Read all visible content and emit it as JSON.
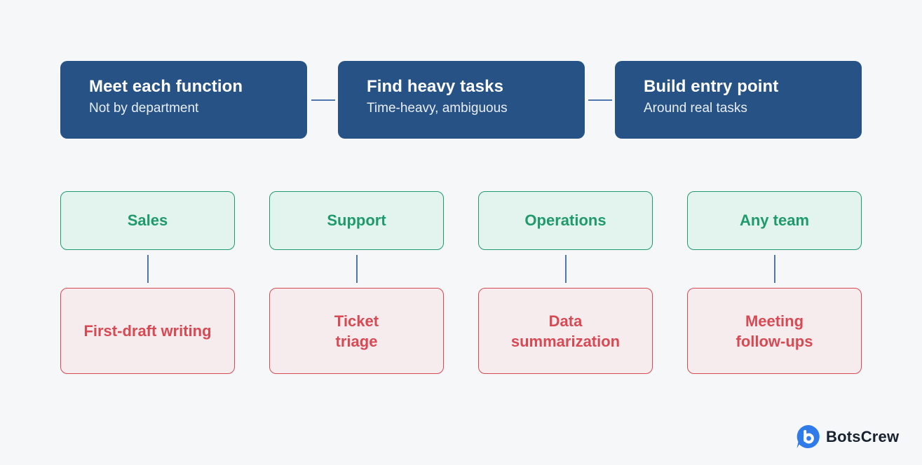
{
  "steps": [
    {
      "title": "Meet each function",
      "subtitle": "Not by department"
    },
    {
      "title": "Find heavy tasks",
      "subtitle": "Time-heavy, ambiguous"
    },
    {
      "title": "Build entry point",
      "subtitle": "Around real tasks"
    }
  ],
  "teams": [
    {
      "name": "Sales",
      "task": "First-draft writing"
    },
    {
      "name": "Support",
      "task": "Ticket triage"
    },
    {
      "name": "Operations",
      "task": "Data summarization"
    },
    {
      "name": "Any team",
      "task": "Meeting follow-ups"
    }
  ],
  "brand": {
    "name": "BotsCrew",
    "icon": "botscrew-logo-icon"
  },
  "colors": {
    "background": "#f6f7f9",
    "step_fill": "#275286",
    "connector": "#4f77ad",
    "team_fill": "#e3f4ee",
    "team_accent": "#1f9a6c",
    "task_fill": "#f6ecee",
    "task_accent": "#d84a53",
    "brand_blue": "#2f7bea"
  }
}
